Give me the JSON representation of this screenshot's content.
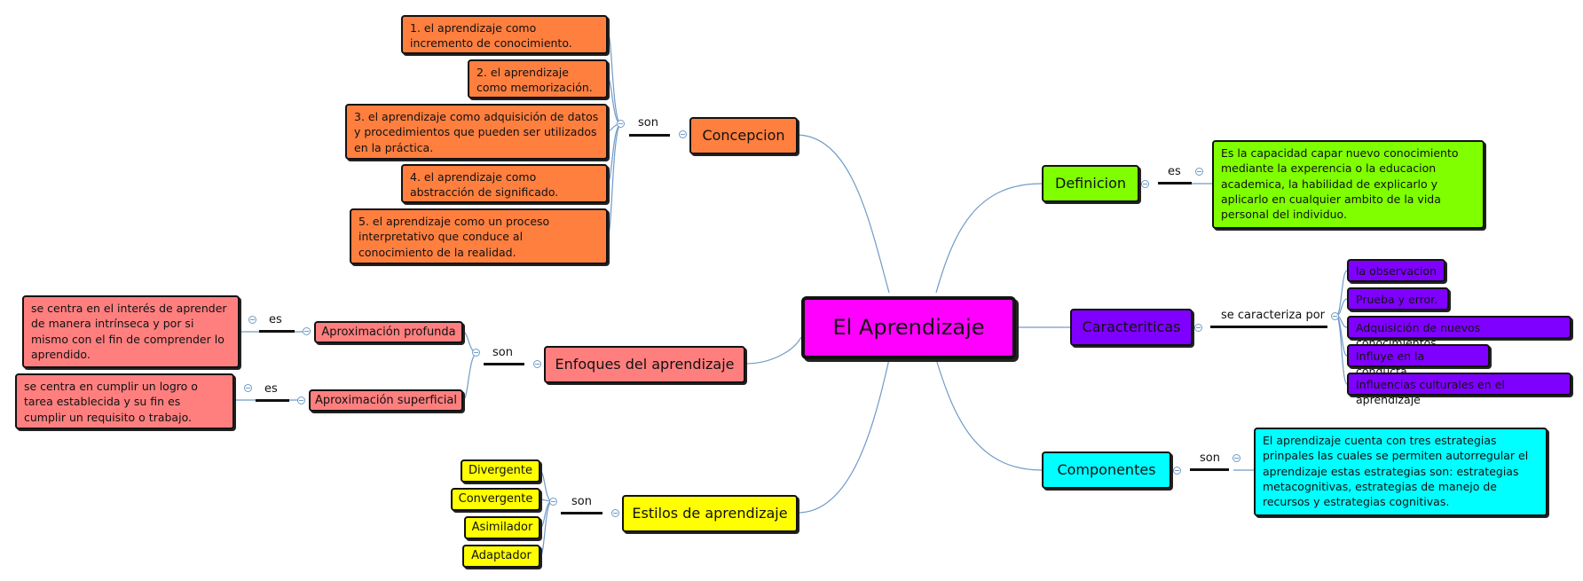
{
  "center": {
    "label": "El Aprendizaje",
    "color": "#ff00ff"
  },
  "concepcion": {
    "label": "Concepcion",
    "link": "son",
    "color": "#ff7f3f",
    "items": [
      "1. el aprendizaje como incremento de conocimiento.",
      "2. el aprendizaje como memorización.",
      "3. el aprendizaje como adquisición de datos y procedimientos que pueden ser utilizados en la práctica.",
      "4. el aprendizaje como abstracción de significado.",
      "5. el aprendizaje como un proceso interpretativo que conduce al conocimiento de la realidad."
    ]
  },
  "enfoques": {
    "label": "Enfoques del aprendizaje",
    "link": "son",
    "color": "#ff7f7f",
    "profunda": {
      "label": "Aproximación profunda",
      "link": "es",
      "text": "se centra en el  interés de aprender de manera intrínseca y por si mismo con el fin de  comprender lo aprendido."
    },
    "superficial": {
      "label": "Aproximación superficial",
      "link": "es",
      "text": "se centra en cumplir un logro o tarea establecida y su fin es cumplir un requisito o trabajo."
    }
  },
  "estilos": {
    "label": "Estilos de aprendizaje",
    "link": "son",
    "color": "#ffff00",
    "items": [
      "Divergente",
      "Convergente",
      "Asimilador",
      "Adaptador"
    ]
  },
  "definicion": {
    "label": "Definicion",
    "link": "es",
    "color": "#80ff00",
    "text": "Es la capacidad capar nuevo conocimiento mediante la experencia o la educacion academica, la habilidad de explicarlo y aplicarlo en cualquier ambito de la vida personal del individuo."
  },
  "caracteristicas": {
    "label": "Caracteriticas",
    "link": "se caracteriza por",
    "color": "#7f00ff",
    "items": [
      "la observacion",
      "Prueba y error.",
      "Adquisición de nuevos conocimientos.",
      "Influye en la conducta.",
      "Influencias culturales en el aprendizaje"
    ]
  },
  "componentes": {
    "label": "Componentes",
    "link": "son",
    "color": "#00ffff",
    "text": "El aprendizaje cuenta con tres estrategias prinpales las cuales se permiten autorregular el aprendizaje estas estrategias son: estrategias metacognitivas, estrategias de manejo de recursos y estrategias cognitivas."
  },
  "line_color": "#6f9bc7"
}
